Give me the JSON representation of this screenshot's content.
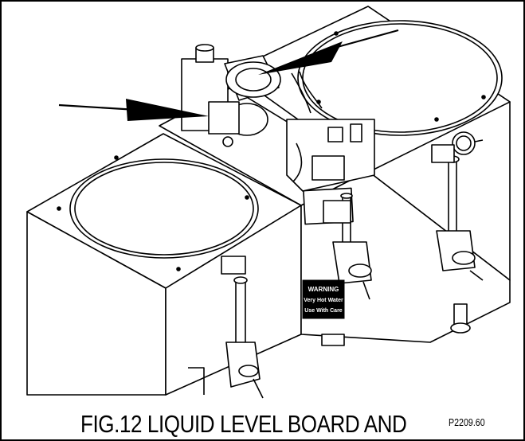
{
  "figure": {
    "caption": "FIG.12 LIQUID LEVEL BOARD AND",
    "part_code": "P2209.60"
  },
  "labels": {
    "warning_main_line1": "WARNING",
    "warning_main_line2": "Very Hot Water",
    "warning_main_line3": "Use With Care"
  },
  "colors": {
    "line": "#000000",
    "fill": "#ffffff"
  }
}
